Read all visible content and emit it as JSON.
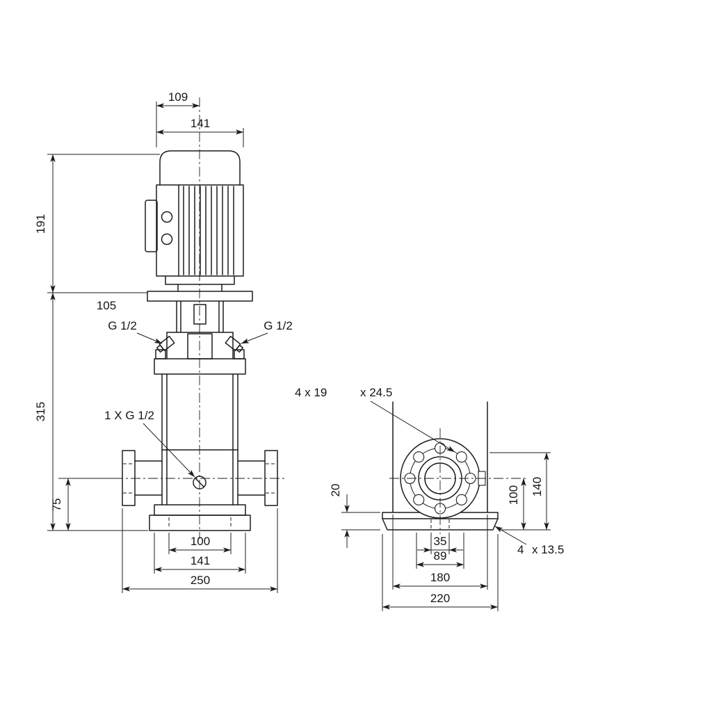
{
  "drawing": {
    "background": "#ffffff",
    "ink": "#1c1c1c",
    "front_view": {
      "dims": {
        "d109": "109",
        "d141_top": "141",
        "d191": "191",
        "d105": "105",
        "g_half_left": "G 1/2",
        "g_half_right": "G 1/2",
        "d315": "315",
        "drain_label": "1 X G 1/2",
        "d75": "75",
        "d100": "100",
        "d141_bottom": "141",
        "d250": "250"
      }
    },
    "side_view": {
      "dims": {
        "flange_holes": "4 x 19",
        "counterbore": "x 24.5",
        "d20": "20",
        "d100": "100",
        "d140": "140",
        "base_holes_qty": "4",
        "base_holes_dia": "x 13.5",
        "d35": "35",
        "d89": "89",
        "d180": "180",
        "d220": "220"
      }
    }
  }
}
